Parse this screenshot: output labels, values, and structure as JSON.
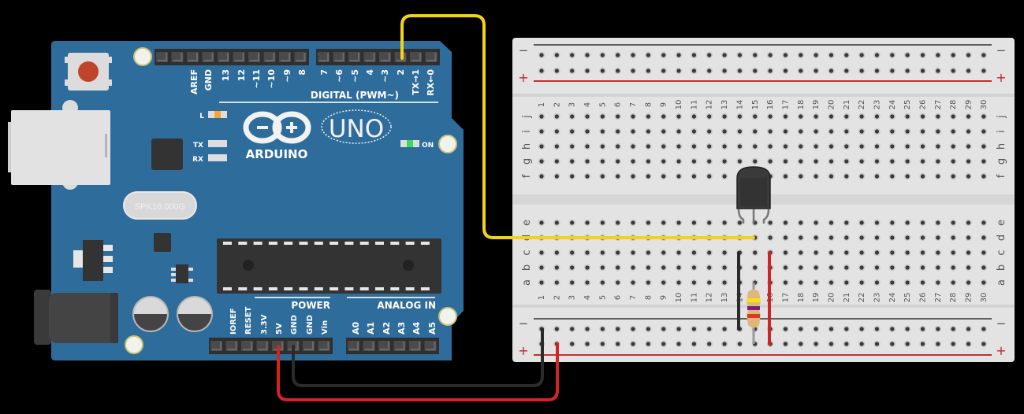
{
  "arduino": {
    "brand": "ARDUINO",
    "model": "UNO",
    "crystal_label": "SPK16.000G",
    "led_l": "L",
    "led_tx": "TX",
    "led_rx": "RX",
    "led_on": "ON",
    "digital_header_label": "DIGITAL (PWM~)",
    "power_header_label": "POWER",
    "analog_header_label": "ANALOG IN",
    "digital_pins_left": [
      "AREF",
      "GND",
      "13",
      "12",
      "~11",
      "~10",
      "~9",
      "8"
    ],
    "digital_pins_right": [
      "7",
      "~6",
      "~5",
      "4",
      "~3",
      "2",
      "TX→1",
      "RX←0"
    ],
    "power_pins": [
      "IOREF",
      "RESET",
      "3.3V",
      "5V",
      "GND",
      "GND",
      "Vin"
    ],
    "analog_pins": [
      "A0",
      "A1",
      "A2",
      "A3",
      "A4",
      "A5"
    ],
    "colors": {
      "board": "#2e6c9c",
      "led_on": "#3adb5a",
      "led_l": "#f0a63a",
      "reset": "#c0432b"
    }
  },
  "breadboard": {
    "columns": [
      "1",
      "2",
      "3",
      "4",
      "5",
      "6",
      "7",
      "8",
      "9",
      "10",
      "11",
      "12",
      "13",
      "14",
      "15",
      "16",
      "17",
      "18",
      "19",
      "20",
      "21",
      "22",
      "23",
      "24",
      "25",
      "26",
      "27",
      "28",
      "29",
      "30"
    ],
    "top_rows": [
      "j",
      "i",
      "h",
      "g",
      "f"
    ],
    "bottom_rows": [
      "e",
      "d",
      "c",
      "b",
      "a"
    ],
    "rail_minus": "−",
    "rail_plus": "+"
  },
  "components": {
    "sensor": {
      "type": "TO-92 transistor/sensor",
      "columns": [
        "14",
        "15",
        "16"
      ],
      "row": "e"
    },
    "resistor": {
      "bands": [
        "#f4e01c",
        "#7a1f7a",
        "#d93a2a"
      ],
      "from": "15 a",
      "to": "bottom + rail"
    }
  },
  "wires": [
    {
      "name": "signal",
      "color": "#f2d21c",
      "from": "Arduino pin 2",
      "to": "breadboard d15"
    },
    {
      "name": "5v",
      "color": "#d42323",
      "from": "Arduino 5V",
      "to": "breadboard bottom + rail"
    },
    {
      "name": "gnd",
      "color": "#2b2b2b",
      "from": "Arduino GND",
      "to": "breadboard bottom − rail"
    },
    {
      "name": "gnd-jumper",
      "color": "#2b2b2b",
      "from": "breadboard c14",
      "to": "bottom − rail"
    },
    {
      "name": "5v-jumper",
      "color": "#d42323",
      "from": "breadboard c16",
      "to": "bottom + rail"
    }
  ]
}
